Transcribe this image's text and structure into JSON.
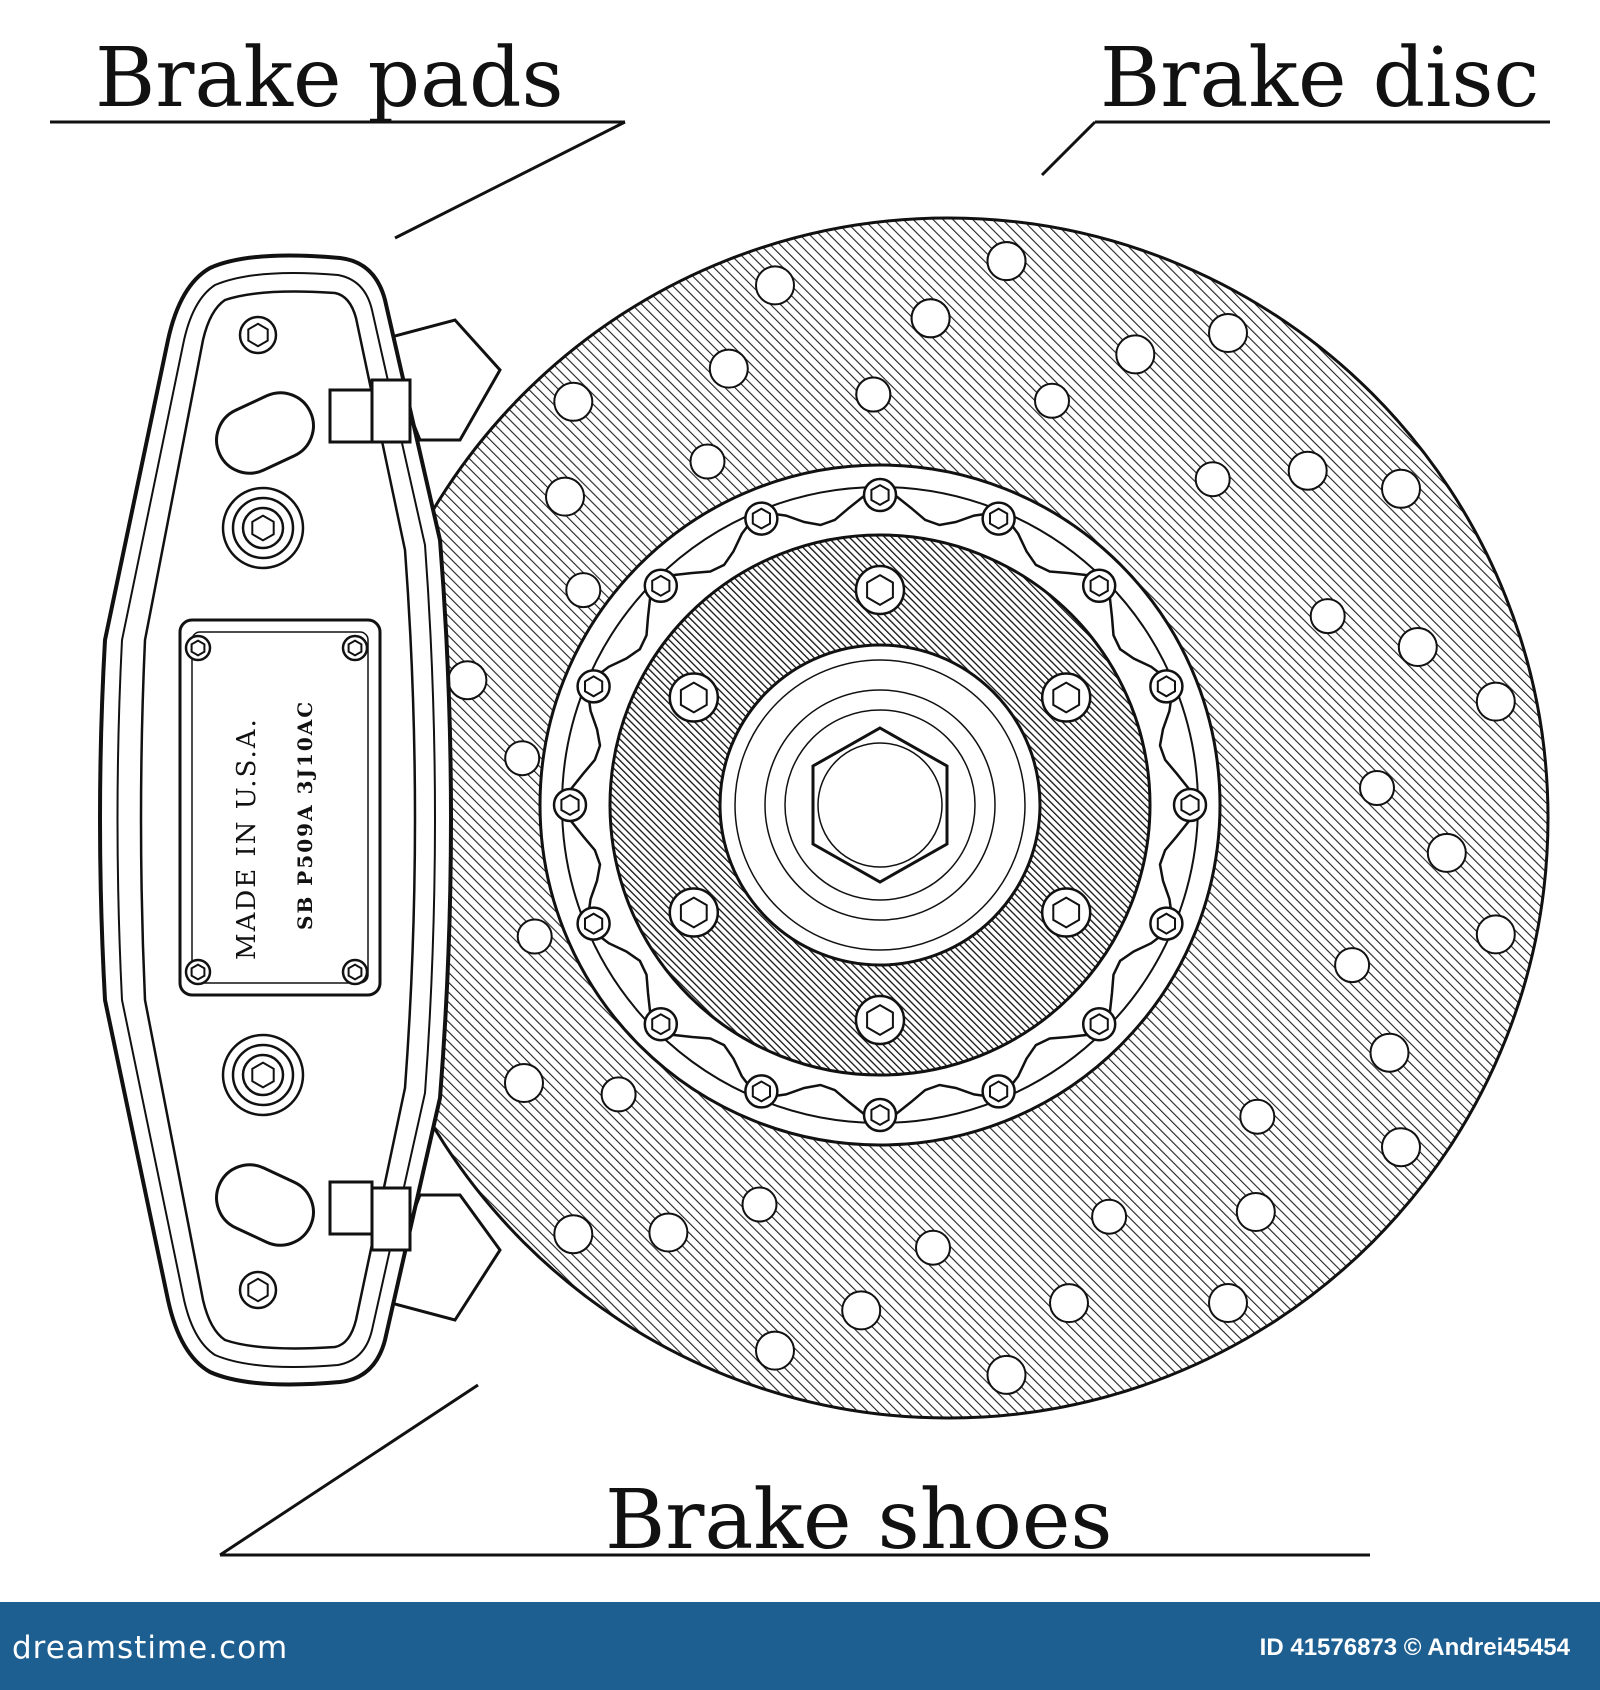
{
  "labels": {
    "brake_pads": "Brake pads",
    "brake_disc": "Brake disc",
    "brake_shoes": "Brake shoes"
  },
  "caliper_plate": {
    "line1": "MADE IN U.S.A.",
    "line2": "SB P509A 3J10AC"
  },
  "footer": {
    "brand": "dreamstime.com",
    "id_text": "ID 41576873 © Andrei45454"
  },
  "colors": {
    "line": "#111111",
    "footer_bg": "#1e5f92",
    "background": "#ffffff"
  }
}
